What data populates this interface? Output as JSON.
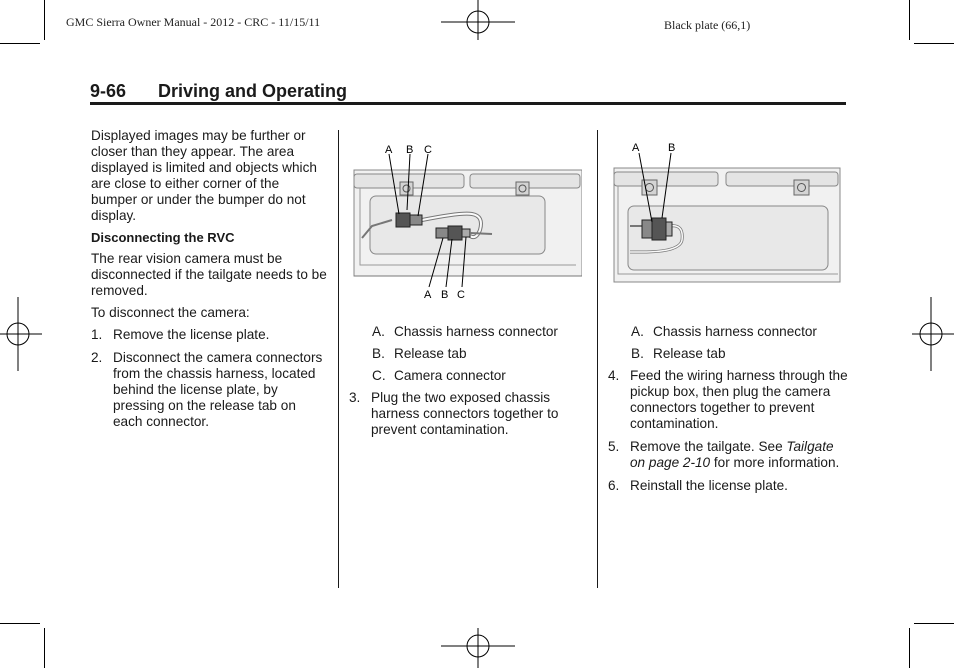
{
  "print_header": {
    "left": "GMC Sierra Owner Manual - 2012 - CRC - 11/15/11",
    "right": "Black plate (66,1)"
  },
  "page": {
    "number": "9-66",
    "section": "Driving and Operating"
  },
  "col1": {
    "intro": "Displayed images may be further or closer than they appear. The area displayed is limited and objects which are close to either corner of the bumper or under the bumper do not display.",
    "heading": "Disconnecting the RVC",
    "para1": "The rear vision camera must be disconnected if the tailgate needs to be removed.",
    "para2": "To disconnect the camera:",
    "steps": [
      {
        "num": "1.",
        "text": "Remove the license plate."
      },
      {
        "num": "2.",
        "text": "Disconnect the camera connectors from the chassis harness, located behind the license plate, by pressing on the release tab on each connector."
      }
    ]
  },
  "figure1": {
    "top_labels": [
      "A",
      "B",
      "C"
    ],
    "bottom_labels": [
      "A",
      "B",
      "C"
    ]
  },
  "figure2": {
    "top_labels": [
      "A",
      "B"
    ]
  },
  "col2": {
    "legend": [
      {
        "letter": "A.",
        "text": "Chassis harness connector"
      },
      {
        "letter": "B.",
        "text": "Release tab"
      },
      {
        "letter": "C.",
        "text": "Camera connector"
      }
    ],
    "steps": [
      {
        "num": "3.",
        "text": "Plug the two exposed chassis harness connectors together to prevent contamination."
      }
    ]
  },
  "col3": {
    "legend": [
      {
        "letter": "A.",
        "text": "Chassis harness connector"
      },
      {
        "letter": "B.",
        "text": "Release tab"
      }
    ],
    "step4": {
      "num": "4.",
      "text": "Feed the wiring harness through the pickup box, then plug the camera connectors together to prevent contamination."
    },
    "step5": {
      "num": "5.",
      "pre": "Remove the tailgate. See ",
      "link": "Tailgate on page 2-10",
      "post": " for more information."
    },
    "step6": {
      "num": "6.",
      "text": "Reinstall the license plate."
    }
  }
}
